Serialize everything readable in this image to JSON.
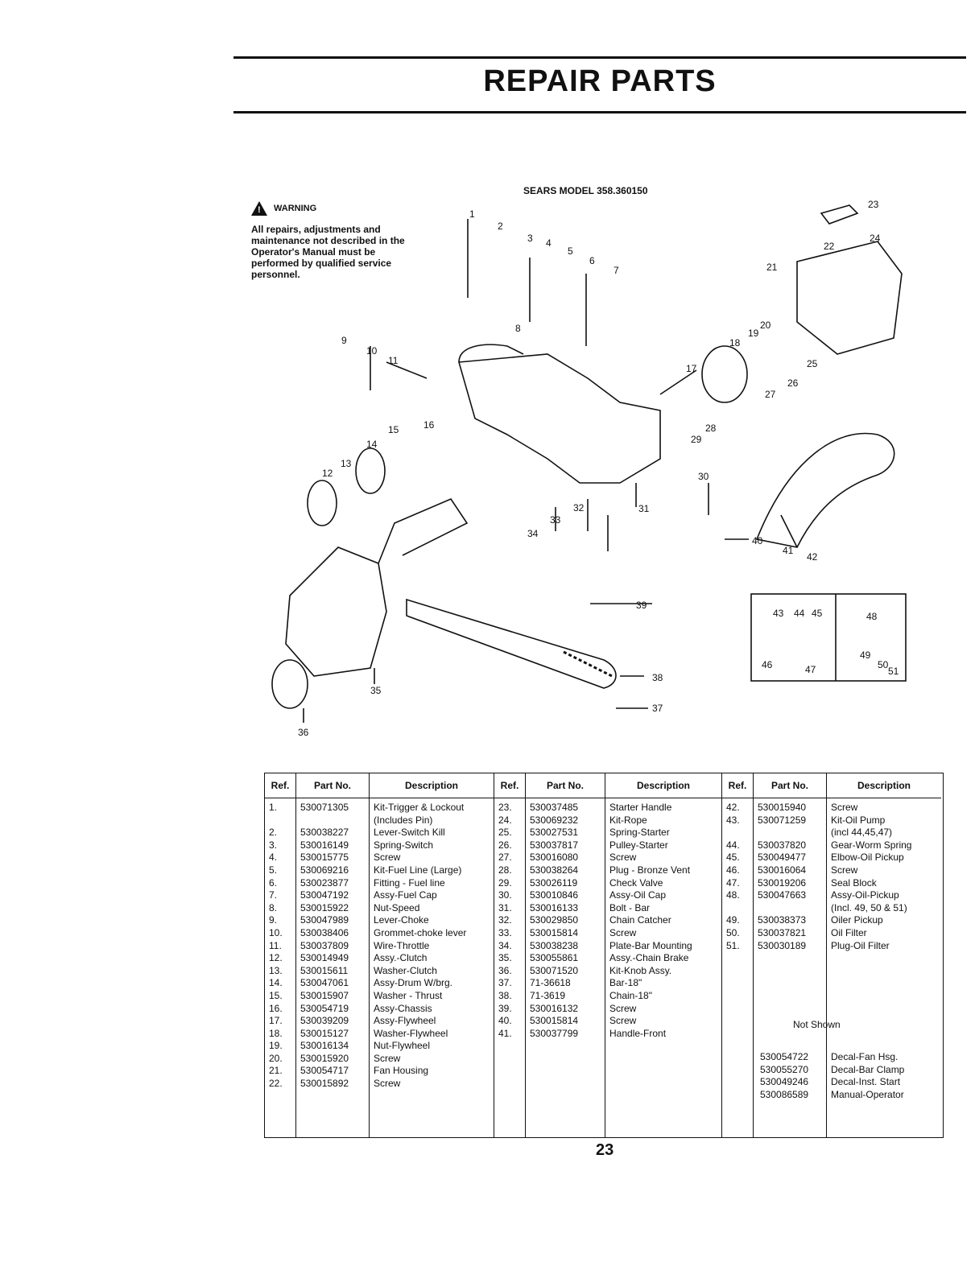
{
  "header": {
    "title": "REPAIR PARTS"
  },
  "model": "SEARS MODEL 358.360150",
  "warning": {
    "title": "WARNING",
    "text": "All repairs, adjustments and maintenance not described in the Operator's Manual must be performed by qualified service personnel."
  },
  "callouts": [
    "1",
    "2",
    "3",
    "4",
    "5",
    "6",
    "7",
    "8",
    "9",
    "10",
    "11",
    "12",
    "13",
    "14",
    "15",
    "16",
    "17",
    "18",
    "19",
    "20",
    "21",
    "22",
    "23",
    "24",
    "25",
    "26",
    "27",
    "28",
    "29",
    "30",
    "31",
    "32",
    "33",
    "34",
    "35",
    "36",
    "37",
    "38",
    "39",
    "40",
    "41",
    "42",
    "43",
    "44",
    "45",
    "46",
    "47",
    "48",
    "49",
    "50",
    "51"
  ],
  "table": {
    "headers": [
      "Ref.",
      "Part No.",
      "Description"
    ],
    "groups": [
      {
        "refs": [
          "1.",
          "",
          "2.",
          "3.",
          "4.",
          "5.",
          "6.",
          "7.",
          "8.",
          "9.",
          "10.",
          "11.",
          "12.",
          "13.",
          "14.",
          "15.",
          "16.",
          "17.",
          "18.",
          "19.",
          "20.",
          "21.",
          "22."
        ],
        "parts": [
          "530071305",
          "",
          "530038227",
          "530016149",
          "530015775",
          "530069216",
          "530023877",
          "530047192",
          "530015922",
          "530047989",
          "530038406",
          "530037809",
          "530014949",
          "530015611",
          "530047061",
          "530015907",
          "530054719",
          "530039209",
          "530015127",
          "530016134",
          "530015920",
          "530054717",
          "530015892"
        ],
        "descs": [
          "Kit-Trigger & Lockout",
          "(Includes Pin)",
          "Lever-Switch Kill",
          "Spring-Switch",
          "Screw",
          "Kit-Fuel Line (Large)",
          "Fitting - Fuel line",
          "Assy-Fuel Cap",
          "Nut-Speed",
          "Lever-Choke",
          "Grommet-choke lever",
          "Wire-Throttle",
          "Assy.-Clutch",
          "Washer-Clutch",
          "Assy-Drum W/brg.",
          "Washer - Thrust",
          "Assy-Chassis",
          "Assy-Flywheel",
          "Washer-Flywheel",
          "Nut-Flywheel",
          "Screw",
          "Fan Housing",
          "Screw"
        ]
      },
      {
        "refs": [
          "23.",
          "24.",
          "25.",
          "26.",
          "27.",
          "28.",
          "29.",
          "30.",
          "31.",
          "32.",
          "33.",
          "34.",
          "35.",
          "36.",
          "37.",
          "38.",
          "39.",
          "40.",
          "41."
        ],
        "parts": [
          "530037485",
          "530069232",
          "530027531",
          "530037817",
          "530016080",
          "530038264",
          "530026119",
          "530010846",
          "530016133",
          "530029850",
          "530015814",
          "530038238",
          "530055861",
          "530071520",
          "71-36618",
          "71-3619",
          "530016132",
          "530015814",
          "530037799"
        ],
        "descs": [
          "Starter Handle",
          "Kit-Rope",
          "Spring-Starter",
          "Pulley-Starter",
          "Screw",
          "Plug - Bronze Vent",
          "Check Valve",
          "Assy-Oil Cap",
          "Bolt - Bar",
          "Chain Catcher",
          "Screw",
          "Plate-Bar Mounting",
          "Assy.-Chain Brake",
          "Kit-Knob Assy.",
          "Bar-18\"",
          "Chain-18\"",
          "Screw",
          "Screw",
          "Handle-Front"
        ]
      },
      {
        "refs": [
          "42.",
          "43.",
          "",
          "44.",
          "45.",
          "46.",
          "47.",
          "48.",
          "",
          "49.",
          "50.",
          "51."
        ],
        "parts": [
          "530015940",
          "530071259",
          "",
          "530037820",
          "530049477",
          "530016064",
          "530019206",
          "530047663",
          "",
          "530038373",
          "530037821",
          "530030189"
        ],
        "descs": [
          "Screw",
          "Kit-Oil Pump",
          "(incl 44,45,47)",
          "Gear-Worm Spring",
          "Elbow-Oil Pickup",
          "Screw",
          "Seal Block",
          "Assy-Oil-Pickup",
          "(Incl. 49, 50 & 51)",
          "Oiler Pickup",
          "Oil Filter",
          "Plug-Oil Filter"
        ]
      }
    ],
    "not_shown": {
      "label": "Not Shown",
      "items": [
        {
          "part": "530054722",
          "desc": "Decal-Fan Hsg."
        },
        {
          "part": "530055270",
          "desc": "Decal-Bar Clamp"
        },
        {
          "part": "530049246",
          "desc": "Decal-Inst. Start"
        },
        {
          "part": "530086589",
          "desc": "Manual-Operator"
        }
      ]
    }
  },
  "page_number": "23"
}
